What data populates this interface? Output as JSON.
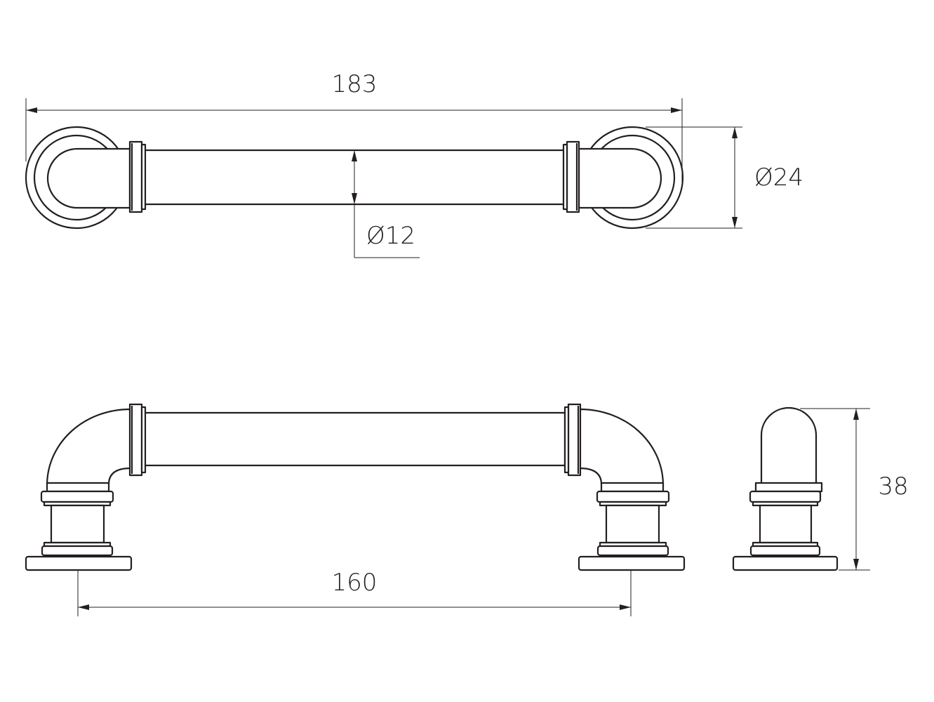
{
  "title": "Pipe handle technical drawing",
  "dimensions": {
    "overall_length": "183",
    "rosette_diameter": "Ø24",
    "bar_diameter": "Ø12",
    "hole_spacing": "160",
    "projection": "38"
  },
  "colors": {
    "line": "#231f20",
    "background": "#ffffff"
  }
}
